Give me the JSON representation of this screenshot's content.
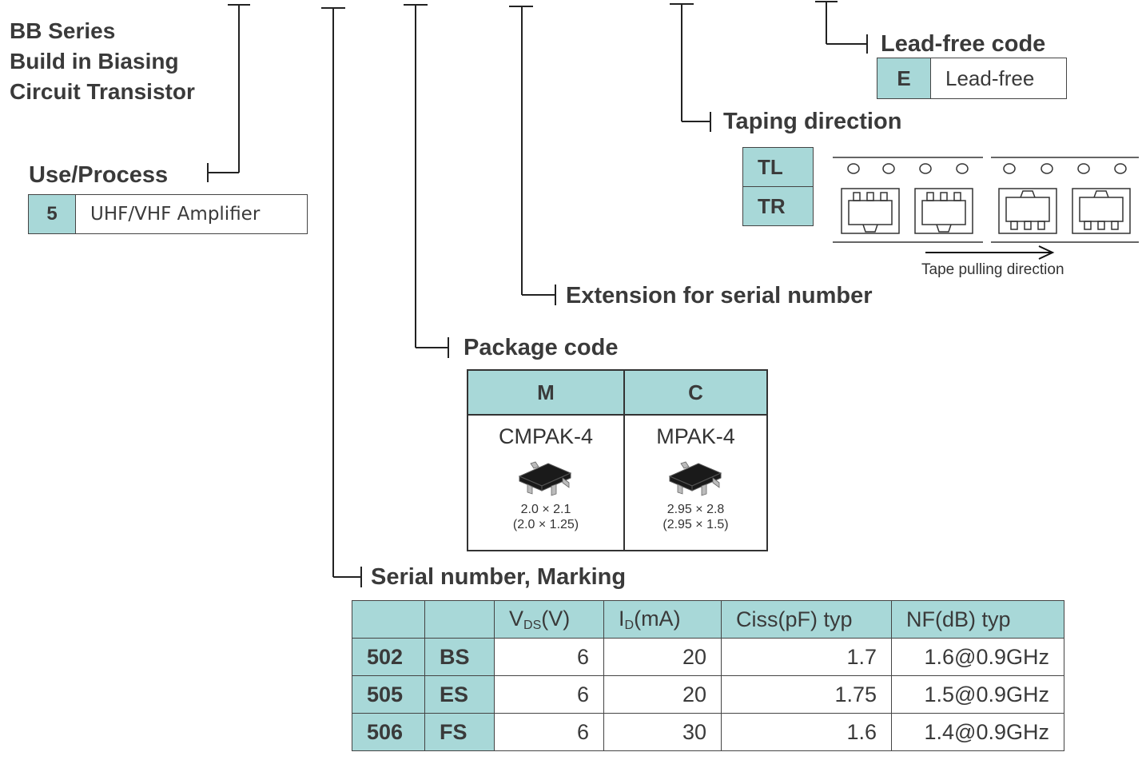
{
  "title": {
    "line1": "BB Series",
    "line2": "Build in Biasing",
    "line3": "Circuit Transistor"
  },
  "use_process": {
    "label": "Use/Process",
    "code": "5",
    "description": "UHF/VHF Amplifier"
  },
  "lead_free": {
    "label": "Lead-free code",
    "code": "E",
    "description": "Lead-free"
  },
  "taping": {
    "label": "Taping direction",
    "options": [
      "TL",
      "TR"
    ],
    "arrow_caption": "Tape pulling direction"
  },
  "extension": {
    "label": "Extension for serial number"
  },
  "package": {
    "label": "Package code",
    "columns": [
      {
        "code": "M",
        "name": "CMPAK-4",
        "dim1": "2.0 × 2.1",
        "dim2": "(2.0 × 1.25)"
      },
      {
        "code": "C",
        "name": "MPAK-4",
        "dim1": "2.95 × 2.8",
        "dim2": "(2.95 × 1.5)"
      }
    ]
  },
  "serial": {
    "label": "Serial number, Marking",
    "headers": {
      "vds_main": "V",
      "vds_sub": "DS",
      "vds_unit": "(V)",
      "id_main": "I",
      "id_sub": "D",
      "id_unit": "(mA)",
      "ciss": "Ciss(pF) typ",
      "nf": "NF(dB) typ"
    },
    "rows": [
      {
        "serial": "502",
        "marking": "BS",
        "vds": "6",
        "id": "20",
        "ciss": "1.7",
        "nf": "1.6@0.9GHz"
      },
      {
        "serial": "505",
        "marking": "ES",
        "vds": "6",
        "id": "20",
        "ciss": "1.75",
        "nf": "1.5@0.9GHz"
      },
      {
        "serial": "506",
        "marking": "FS",
        "vds": "6",
        "id": "30",
        "ciss": "1.6",
        "nf": "1.4@0.9GHz"
      }
    ]
  },
  "colors": {
    "teal_fill": "#a8d8d8",
    "text": "#3a3a3a",
    "line": "#222222"
  }
}
